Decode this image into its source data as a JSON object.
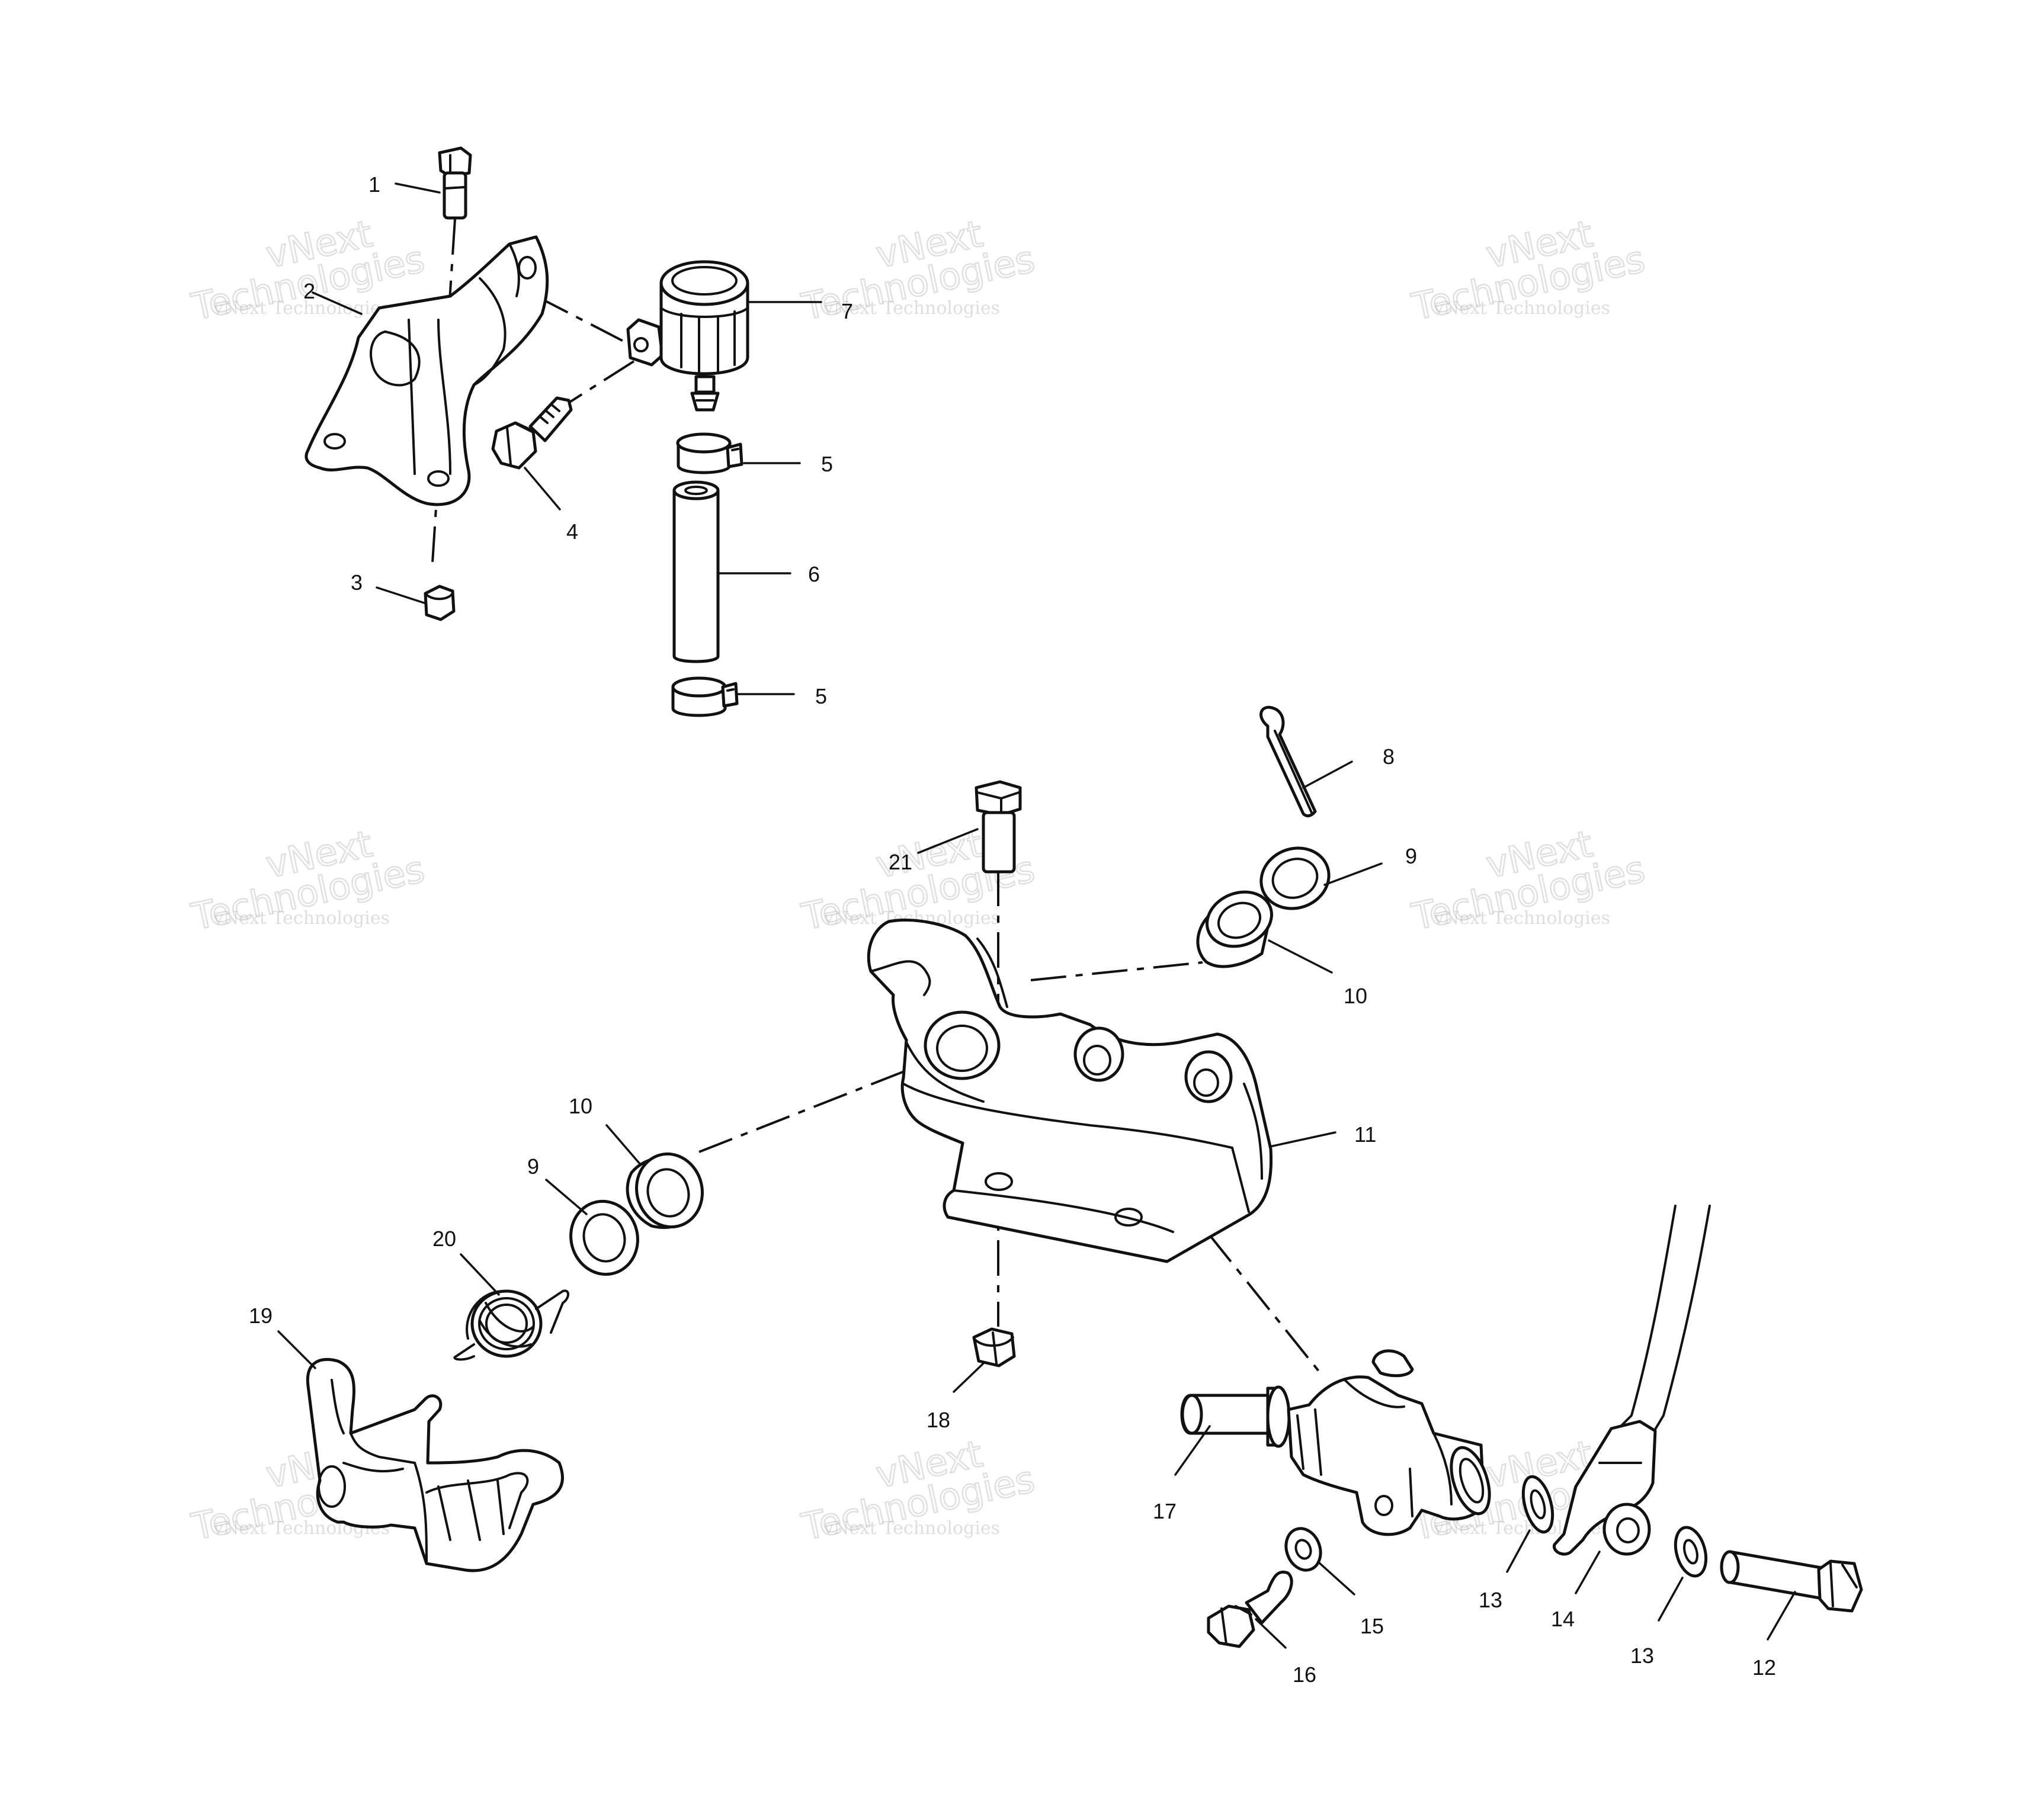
{
  "watermark": {
    "line1": "vNext",
    "line2": "Technologies",
    "small": "vNext Technologies"
  },
  "callouts": {
    "c1": "1",
    "c2": "2",
    "c3": "3",
    "c4": "4",
    "c5a": "5",
    "c5b": "5",
    "c6": "6",
    "c7": "7",
    "c8": "8",
    "c9a": "9",
    "c9b": "9",
    "c10a": "10",
    "c10b": "10",
    "c11": "11",
    "c12": "12",
    "c13a": "13",
    "c13b": "13",
    "c14": "14",
    "c15": "15",
    "c16": "16",
    "c17": "17",
    "c18": "18",
    "c19": "19",
    "c20": "20",
    "c21": "21"
  }
}
